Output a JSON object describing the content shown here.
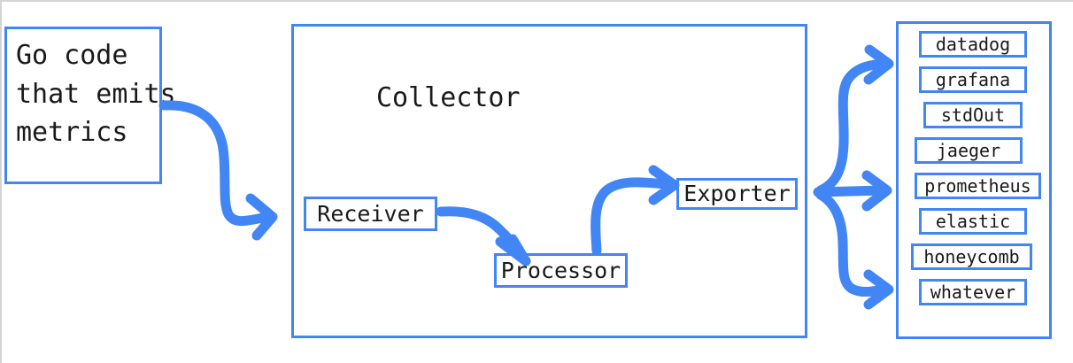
{
  "diagram": {
    "title": "OpenTelemetry Collector pipeline",
    "accent_color": "#4285f4",
    "text_color": "#1a1a1a",
    "background_color": "#ffffff"
  },
  "source": {
    "label": "Go code\nthat emits\nmetrics"
  },
  "collector": {
    "title": "Collector",
    "stages": [
      {
        "id": "receiver",
        "label": "Receiver"
      },
      {
        "id": "processor",
        "label": "Processor"
      },
      {
        "id": "exporter",
        "label": "Exporter"
      }
    ]
  },
  "destinations": {
    "items": [
      {
        "label": "datadog"
      },
      {
        "label": "grafana"
      },
      {
        "label": "stdOut"
      },
      {
        "label": "jaeger"
      },
      {
        "label": "prometheus"
      },
      {
        "label": "elastic"
      },
      {
        "label": "honeycomb"
      },
      {
        "label": "whatever"
      }
    ]
  },
  "connections": [
    {
      "from": "source",
      "to": "receiver"
    },
    {
      "from": "receiver",
      "to": "processor"
    },
    {
      "from": "processor",
      "to": "exporter"
    },
    {
      "from": "exporter",
      "to": "destinations-upper"
    },
    {
      "from": "exporter",
      "to": "destinations-middle"
    },
    {
      "from": "exporter",
      "to": "destinations-lower"
    }
  ]
}
